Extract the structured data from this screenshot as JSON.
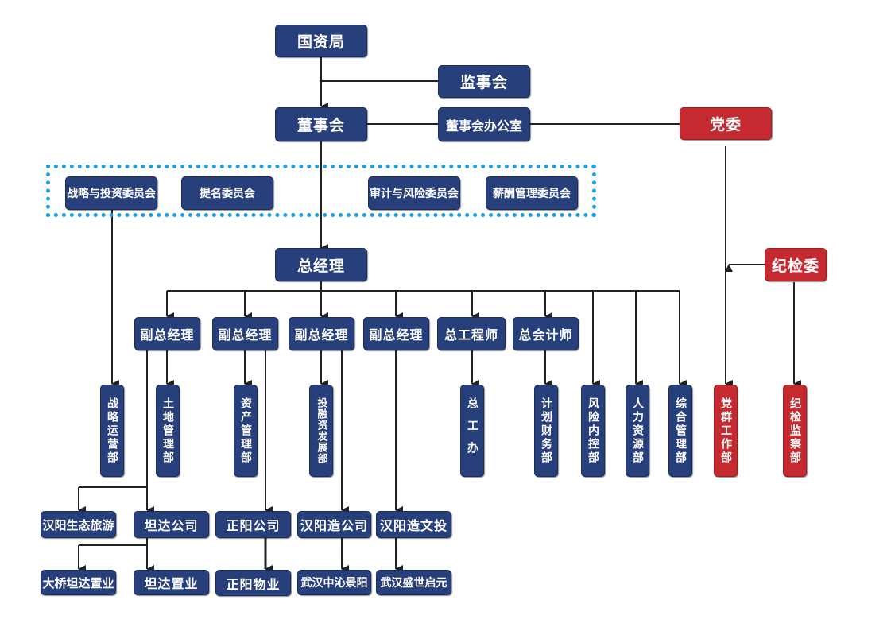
{
  "diagram": {
    "type": "org-chart",
    "colors": {
      "node_blue": "#273f7a",
      "node_red": "#c62a31",
      "connector": "#222222",
      "committee_border": "#1aa0e6",
      "text": "#ffffff"
    },
    "top": {
      "guoziju": "国资局",
      "jianshihui": "监事会",
      "dongshihui": "董事会",
      "dongshihui_office": "董事会办公室",
      "dangwei": "党委",
      "jijianwei": "纪检委"
    },
    "committees": [
      "战略与投资委员会",
      "提名委员会",
      "审计与风险委员会",
      "薪酬管理委员会"
    ],
    "general_manager": "总经理",
    "executives": [
      "副总经理",
      "副总经理",
      "副总经理",
      "副总经理",
      "总工程师",
      "总会计师"
    ],
    "departments": [
      "战略运营部",
      "土地管理部",
      "资产管理部",
      "投融资发展部",
      "总工办",
      "计划财务部",
      "风险内控部",
      "人力资源部",
      "综合管理部",
      "党群工作部",
      "纪检监察部"
    ],
    "subsidiaries": [
      "汉阳生态旅游",
      "坦达公司",
      "正阳公司",
      "汉阳造公司",
      "汉阳造文投"
    ],
    "sub_subsidiaries": [
      "大桥坦达置业",
      "坦达置业",
      "正阳物业",
      "武汉中沁景阳",
      "武汉盛世启元"
    ]
  }
}
